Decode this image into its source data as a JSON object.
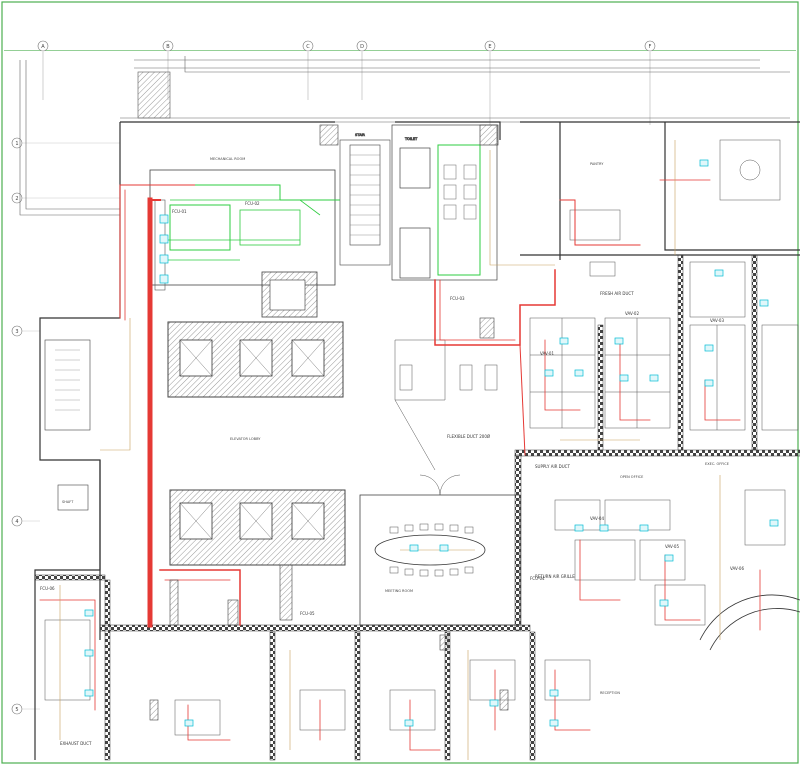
{
  "colors": {
    "border": "#4caf50",
    "wall": "#333333",
    "hatch": "#888888",
    "duct_red": "#e53935",
    "duct_green": "#2ecc40",
    "equip_cyan": "#00bcd4",
    "pipe_orange": "#c8a05a",
    "grid_line": "#9e9e9e"
  },
  "grid_columns": [
    {
      "id": "col-a",
      "label": "A"
    },
    {
      "id": "col-b",
      "label": "B"
    },
    {
      "id": "col-c",
      "label": "C"
    },
    {
      "id": "col-d",
      "label": "D"
    },
    {
      "id": "col-e",
      "label": "E"
    },
    {
      "id": "col-f",
      "label": "F"
    }
  ],
  "grid_rows": [
    {
      "id": "row-1",
      "label": "1"
    },
    {
      "id": "row-2",
      "label": "2"
    },
    {
      "id": "row-3",
      "label": "3"
    },
    {
      "id": "row-4",
      "label": "4"
    },
    {
      "id": "row-5",
      "label": "5"
    }
  ],
  "rooms": {
    "mechanical_room": "MECHANICAL ROOM",
    "elevator_lobby": "ELEVATOR LOBBY",
    "stair": "STAIR",
    "meeting_room": "MEETING ROOM",
    "open_office": "OPEN OFFICE",
    "reception": "RECEPTION",
    "pantry": "PANTRY",
    "exec_office": "EXEC. OFFICE",
    "toilet": "TOILET",
    "shaft": "SHAFT"
  },
  "equipment_tags": [
    "FCU-01",
    "FCU-02",
    "FCU-03",
    "FCU-04",
    "FCU-05",
    "FCU-06",
    "VAV-01",
    "VAV-02",
    "VAV-03",
    "VAV-04",
    "VAV-05",
    "VAV-06"
  ],
  "duct_notes": [
    "FLEXIBLE DUCT 200Ø",
    "SUPPLY AIR DUCT",
    "RETURN AIR GRILLE",
    "FRESH AIR DUCT",
    "EXHAUST DUCT"
  ]
}
